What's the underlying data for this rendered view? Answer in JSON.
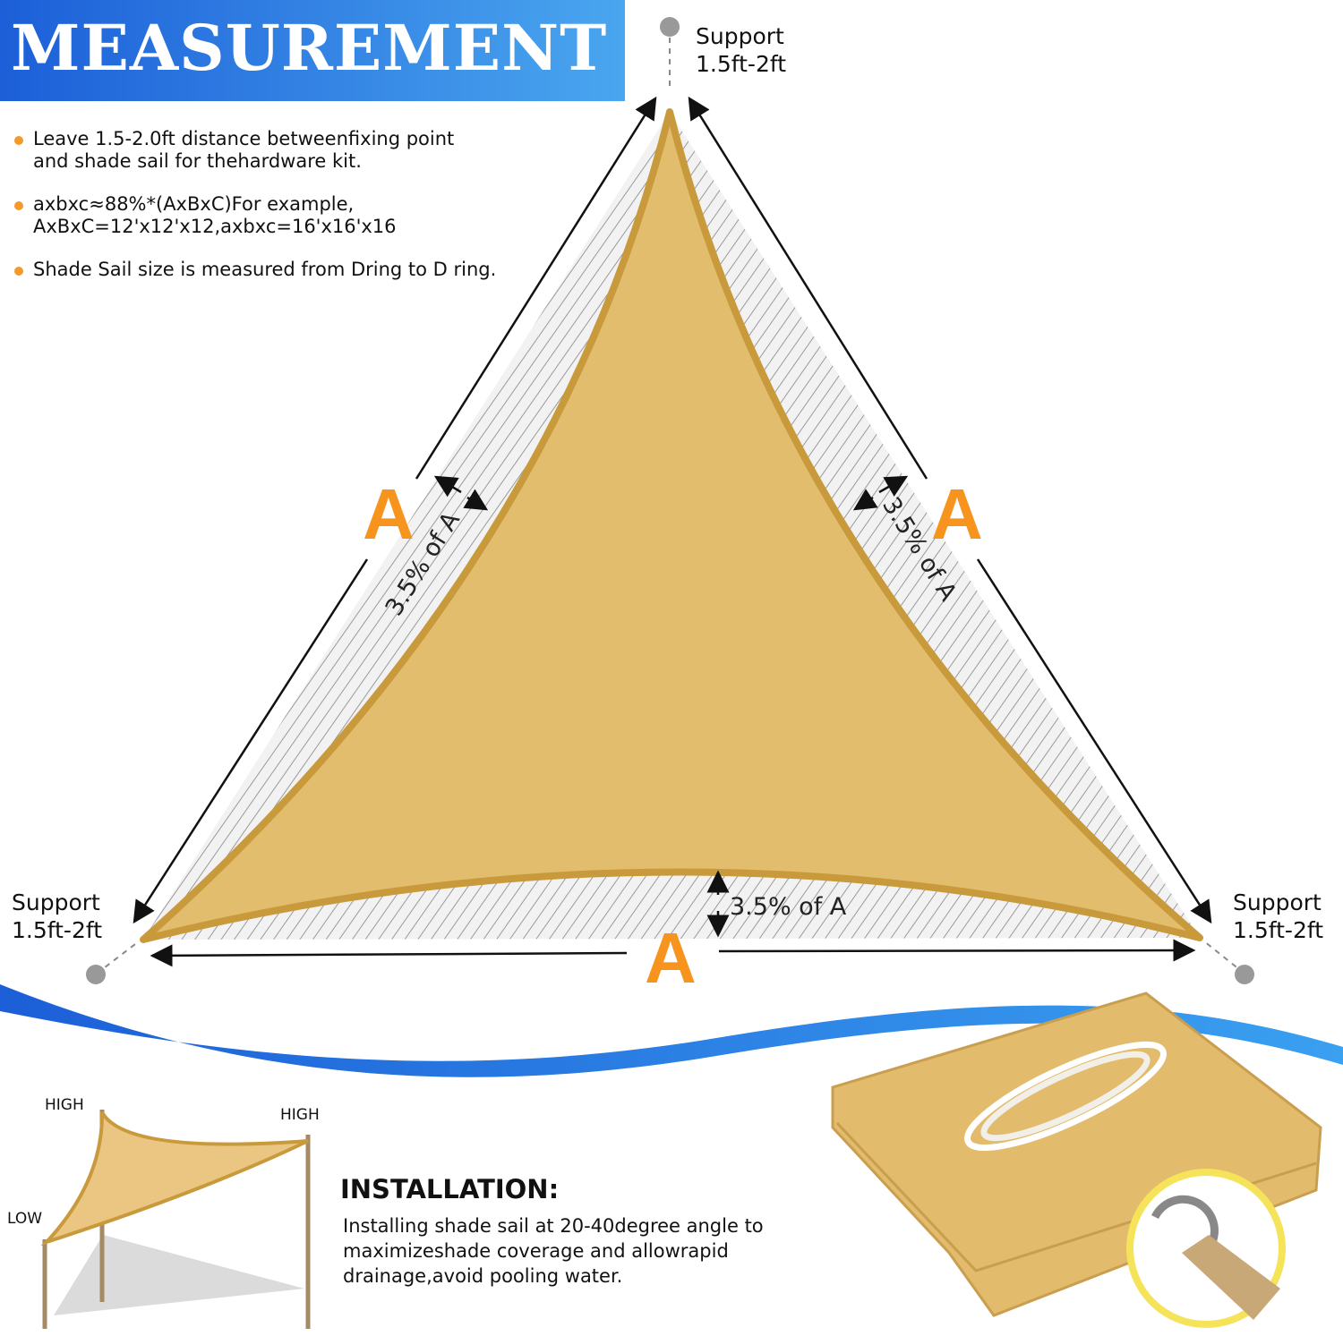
{
  "header": {
    "title": "MEASUREMENT"
  },
  "bullets": [
    {
      "line1": "Leave 1.5-2.0ft distance betweenfixing point",
      "line2": "and shade sail for thehardware kit."
    },
    {
      "line1": "axbxc≈88%*(AxBxC)For example,",
      "line2": "AxBxC=12'x12'x12,axbxc=16'x16'x16"
    },
    {
      "line1": "Shade Sail size is measured from Dring to D ring."
    }
  ],
  "supports": {
    "top": {
      "line1": "Support",
      "line2": "1.5ft-2ft"
    },
    "left": {
      "line1": "Support",
      "line2": "1.5ft-2ft"
    },
    "right": {
      "line1": "Support",
      "line2": "1.5ft-2ft"
    }
  },
  "diagram": {
    "side_label": "A",
    "sag_label": "3.5% of A"
  },
  "small_sail": {
    "high_left": "HIGH",
    "high_right": "HIGH",
    "low": "LOW"
  },
  "installation": {
    "title": "INSTALLATION:",
    "body": "Installing shade sail at 20-40degree angle to maximizeshade coverage and allowrapid drainage,avoid pooling water."
  },
  "colors": {
    "accent_blue": "#1c5fd8",
    "label_orange": "#f7941d",
    "sail": "#e3bd6e",
    "sail_edge": "#c89a3c"
  }
}
